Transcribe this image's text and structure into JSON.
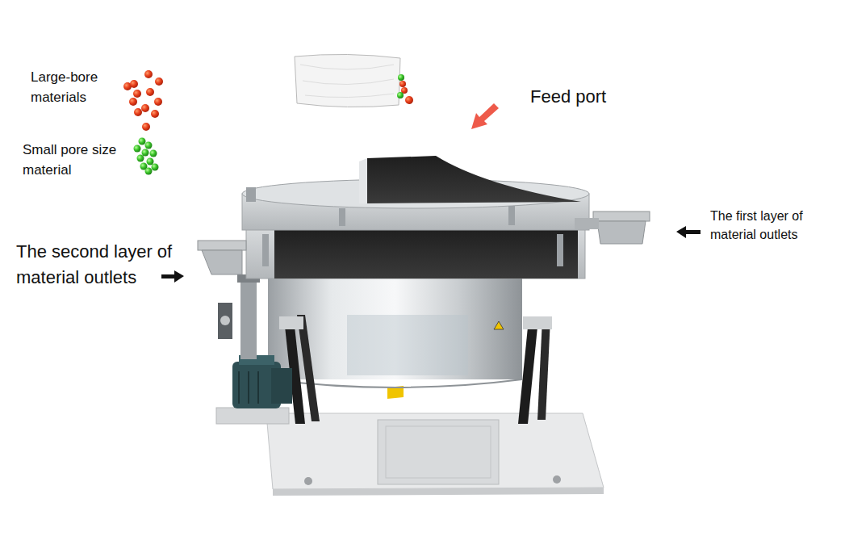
{
  "diagram": {
    "labels": [
      "Large-bore materials",
      "Small pore size material",
      "Feed port",
      "The first layer of material outlets",
      "The second layer of material outlets"
    ]
  }
}
